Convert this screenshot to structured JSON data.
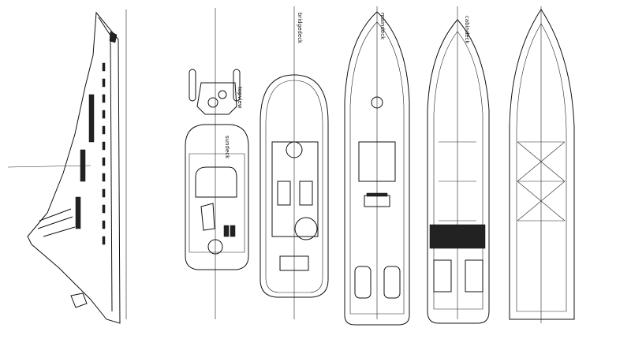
{
  "deck_labels": {
    "sundeck": "sundeck",
    "topview": "topview",
    "bridgedeck": "bridgedeck",
    "maindeck": "maindeck",
    "cabindeck": "cabindeck"
  },
  "colors": {
    "line": "#111111",
    "background": "#ffffff"
  }
}
